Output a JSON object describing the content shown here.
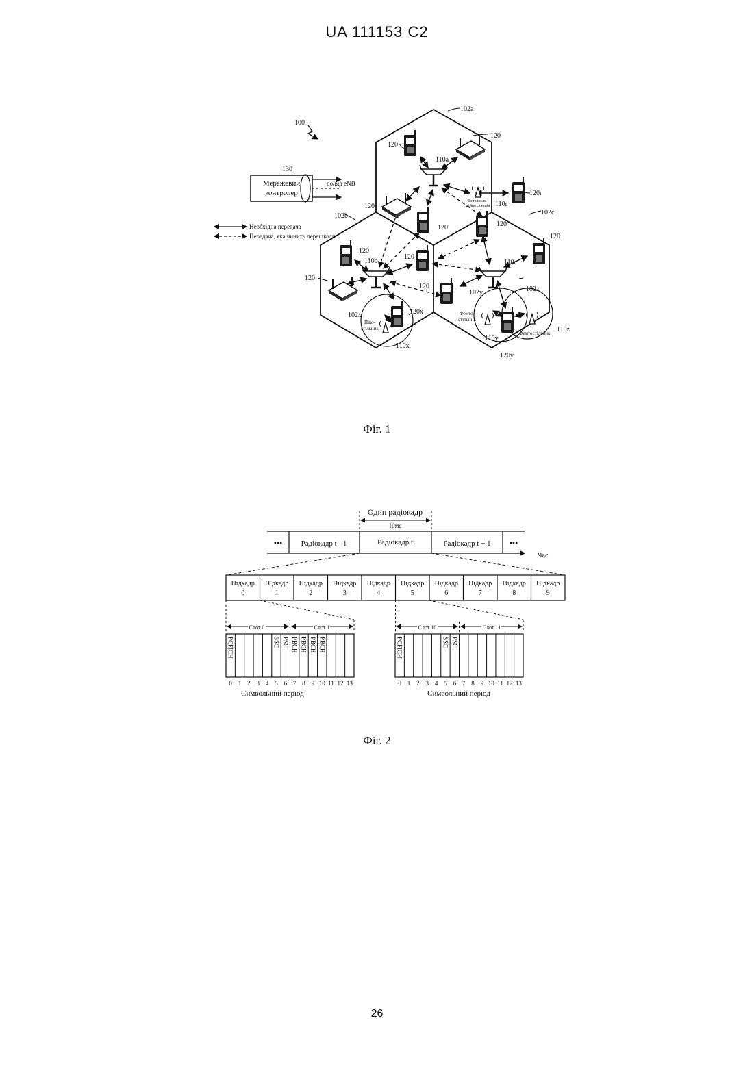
{
  "header": {
    "doc_number": "UA   111153   C2"
  },
  "page_number": "26",
  "fig1": {
    "caption": "Фіг. 1",
    "ref_100": "100",
    "controller": {
      "ref": "130",
      "line1": "Мережевий",
      "line2": "контролер",
      "link_label": "до/від eNB"
    },
    "legend": {
      "solid": "Необхідна передача",
      "dashed": "Передача, яка чинить перешкоди"
    },
    "cells": {
      "a": "102a",
      "b": "102b",
      "c": "102c",
      "x": "102x",
      "y": "102y",
      "z": "102z"
    },
    "stations": {
      "a": "110a",
      "b": "110b",
      "c": "110c",
      "x": "110x",
      "y": "110y",
      "z": "110z",
      "r": "110r"
    },
    "ue": {
      "generic": "120",
      "r": "120r",
      "x": "120x",
      "y": "120y"
    },
    "pico_label_1": "Піко-",
    "pico_label_2": "стільник",
    "femto_y_1": "Фемто-",
    "femto_y_2": "стільник",
    "femto_z": "Фемтостільник",
    "relay_1": "Ретрансля-",
    "relay_2": "ційна станція"
  },
  "fig2": {
    "caption": "Фіг. 2",
    "one_frame": "Один радіокадр",
    "duration": "10мс",
    "ellipsis": "•••",
    "frames": [
      "Радіокадр   t - 1",
      "Радіокадр   t",
      "Радіокадр   t + 1"
    ],
    "time_label": "Час",
    "subframe_word": "Підкадр",
    "subframes": [
      "0",
      "1",
      "2",
      "3",
      "4",
      "5",
      "6",
      "7",
      "8",
      "9"
    ],
    "left_slots": [
      "Слот 0",
      "Слот 1"
    ],
    "right_slots": [
      "Слот 10",
      "Слот 11"
    ],
    "left_channels": {
      "pcfich": "PCFICH",
      "ssc": "SSC",
      "psc": "PSC",
      "pbch": [
        "PBCH",
        "PBCH",
        "PBCH",
        "PBCH"
      ]
    },
    "right_channels": {
      "pcfich": "PCFICH",
      "ssc": "SSC",
      "psc": "PSC"
    },
    "symbols": [
      "0",
      "1",
      "2",
      "3",
      "4",
      "5",
      "6",
      "7",
      "8",
      "9",
      "10",
      "11",
      "12",
      "13"
    ],
    "symbol_axis": "Символьний період"
  }
}
